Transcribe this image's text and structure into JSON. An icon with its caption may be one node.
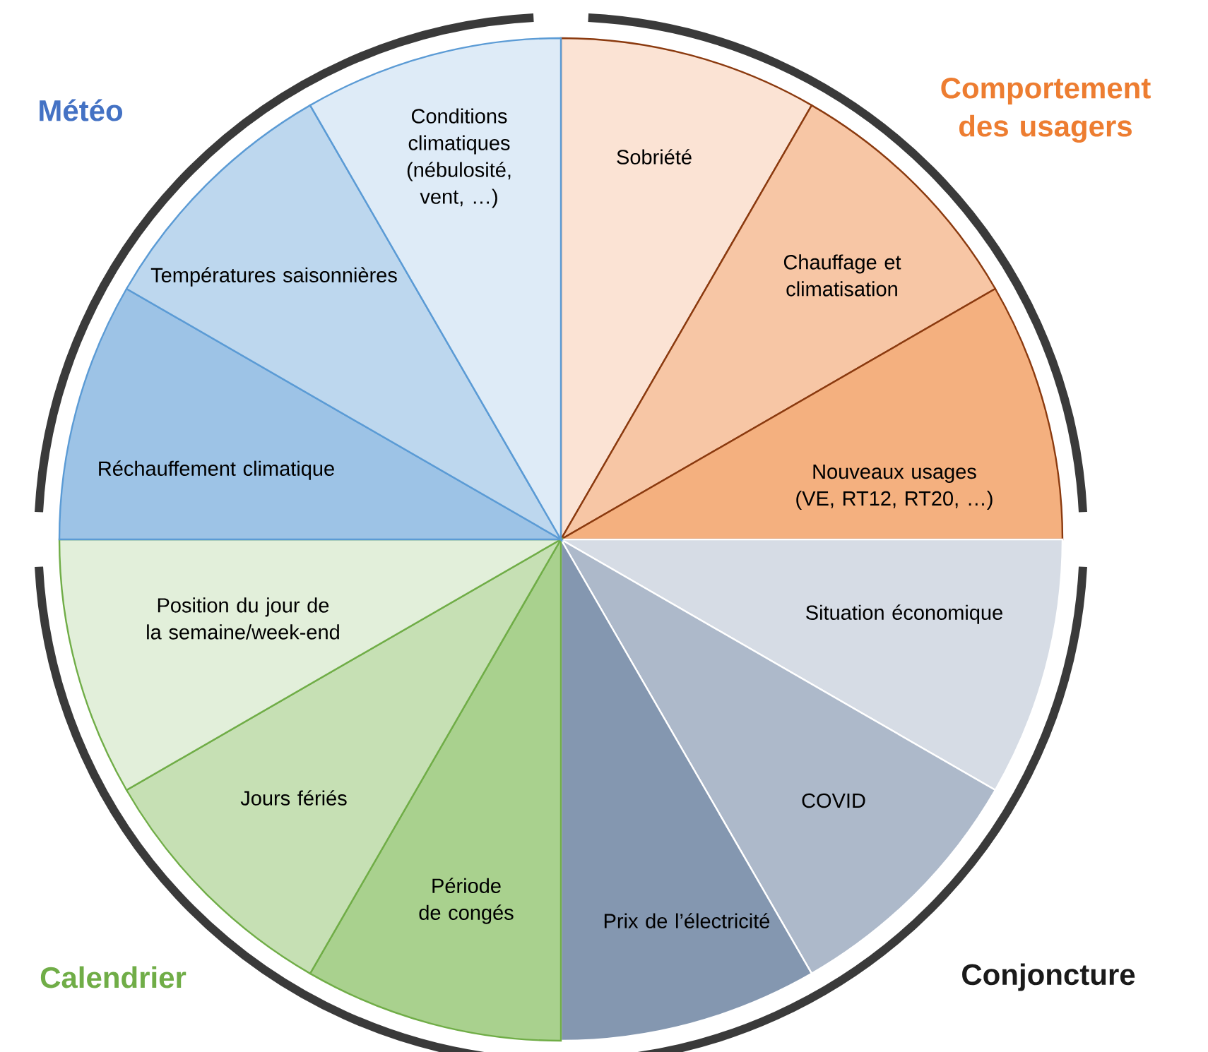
{
  "diagram": {
    "nodes": [
      {
        "text": [
          "Sobriété"
        ]
      },
      {
        "text": [
          "Chauffage et climatisation"
        ]
      },
      {
        "text": [
          "Nouveaux usages (VE, RT12, RT20, …)"
        ]
      },
      {
        "text": [
          "Situation économique"
        ]
      },
      {
        "text": [
          "COVID"
        ]
      },
      {
        "text": [
          "Prix de l’électricité"
        ]
      },
      {
        "text": [
          "Période de congés"
        ]
      },
      {
        "text": [
          "Jours fériés"
        ]
      },
      {
        "text": [
          "Position du jour de la semaine/week-end"
        ]
      },
      {
        "text": [
          "Réchauffement climatique"
        ]
      },
      {
        "text": [
          "Températures saisonnières"
        ]
      },
      {
        "text": [
          "Conditions climatiques (nébulosité, vent, …)"
        ]
      }
    ],
    "labels": [
      "Météo",
      "Comportement des usagers",
      "Calendrier",
      "Conjoncture"
    ]
  }
}
